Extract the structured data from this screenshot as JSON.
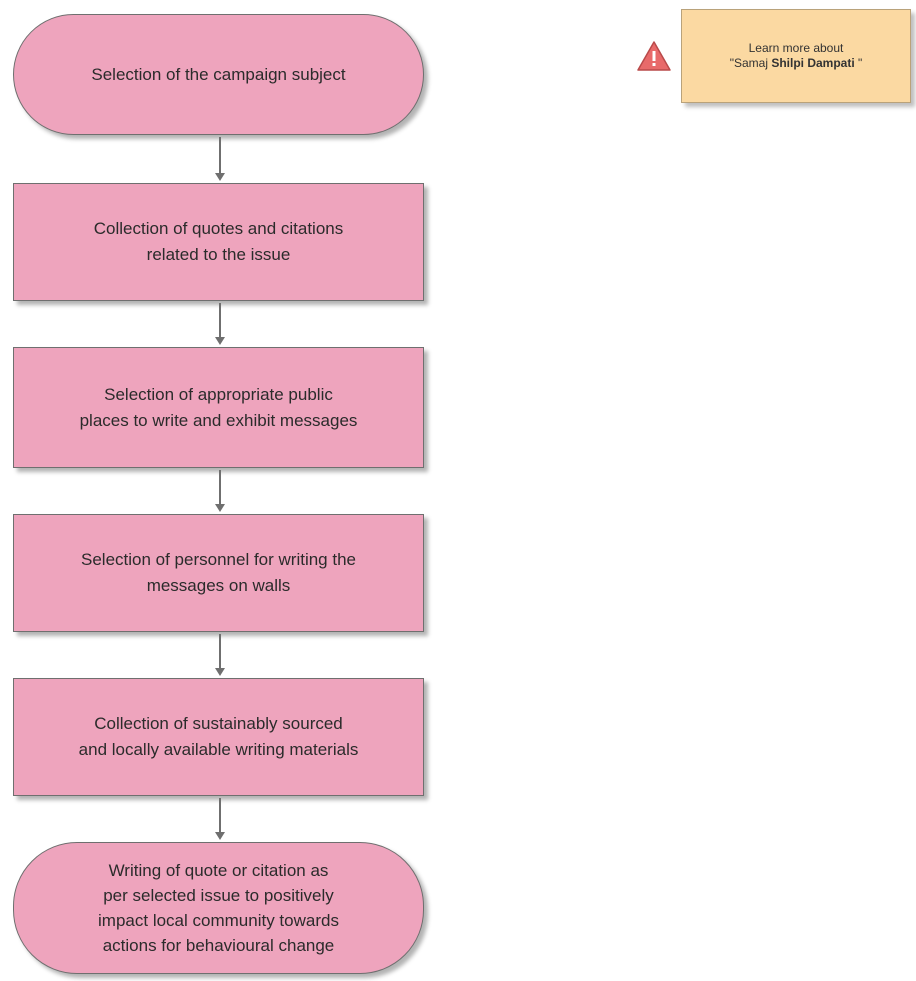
{
  "flowchart": {
    "steps": [
      "Selection of the campaign subject",
      "Collection of quotes and citations\nrelated to the issue",
      "Selection of appropriate public\nplaces to write and exhibit messages",
      "Selection of personnel for writing the\nmessages on walls",
      "Collection of sustainably sourced\nand locally available writing materials",
      "Writing of quote or citation as\nper selected issue to positively\nimpact local community towards\nactions for  behavioural change"
    ]
  },
  "note": {
    "line1": "Learn more about",
    "line2_open": "\"Samaj ",
    "line2_bold": "Shilpi Dampati",
    "line2_close": " \"",
    "icon": "warning-triangle-icon"
  },
  "colors": {
    "node_fill": "#eea4bd",
    "node_border": "#6f6f6f",
    "note_fill": "#fbd9a2",
    "warning_red": "#e86a6a"
  }
}
